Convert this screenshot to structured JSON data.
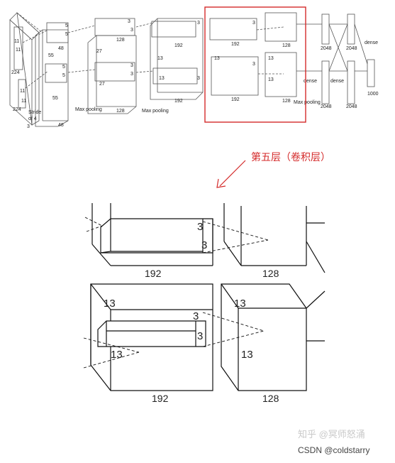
{
  "overview": {
    "input": {
      "side": "224",
      "kernel": "11",
      "stride_line1": "Stride",
      "stride_line2": "of 4",
      "channels": "3",
      "kernel_small": "5"
    },
    "conv1": {
      "size": "55",
      "depth": "48",
      "kernel": "5"
    },
    "pool1": "Max pooling",
    "conv2": {
      "size": "27",
      "depth": "128",
      "kernel": "3"
    },
    "pool2": "Max pooling",
    "conv3": {
      "size": "13",
      "depth": "192",
      "kernel": "3"
    },
    "conv4": {
      "depth": "192",
      "size": "13",
      "kernel": "3"
    },
    "conv5": {
      "depth": "128",
      "size": "13",
      "kernel": "3"
    },
    "pool3": "Max pooling",
    "dense1": {
      "label": "dense",
      "value": "2048"
    },
    "dense2": {
      "label": "dense",
      "value": "2048"
    },
    "dense3": {
      "label": "dense",
      "value": "1000"
    }
  },
  "annotation": {
    "label": "第五层（卷积层）",
    "color": "#d42a2a"
  },
  "detail": {
    "top_input_depth": "192",
    "top_output_depth": "128",
    "top_kernel_a": "3",
    "top_kernel_b": "3",
    "bottom_input_size": "13",
    "bottom_input_depth": "192",
    "bottom_output_size": "13",
    "bottom_output_depth": "128",
    "bottom_kernel_a": "3",
    "bottom_kernel_b": "3",
    "bottom_kernel_size": "13"
  },
  "watermark": {
    "zhihu": "知乎 @冥师怒涌",
    "csdn": "CSDN @coldstarry"
  }
}
